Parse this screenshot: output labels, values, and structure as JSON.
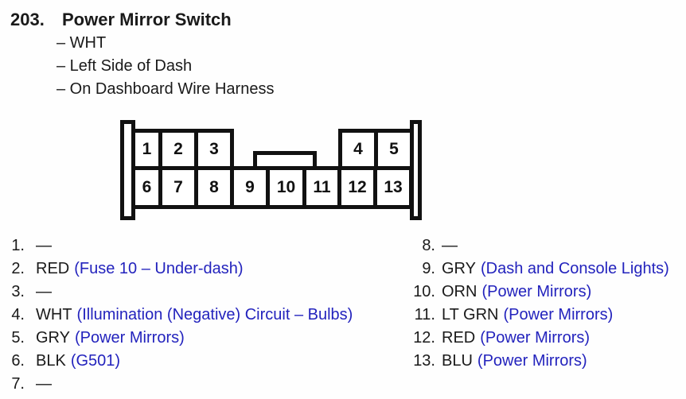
{
  "page": {
    "background": "#fefefe",
    "text_color": "#1a1a1a",
    "accent_blue": "#2323bd"
  },
  "header": {
    "number": "203.",
    "title": "Power Mirror Switch",
    "details": [
      "– WHT",
      "– Left Side of Dash",
      "– On Dashboard Wire Harness"
    ]
  },
  "connector": {
    "description": "13-pin connector pinout, two rows with end ears and center key tab",
    "top_left_cells": [
      "1",
      "2",
      "3"
    ],
    "top_right_cells": [
      "4",
      "5"
    ],
    "bottom_cells": [
      "6",
      "7",
      "8",
      "9",
      "10",
      "11",
      "12",
      "13"
    ]
  },
  "pins": {
    "left": [
      {
        "number": "1.",
        "color": "—",
        "circuit": ""
      },
      {
        "number": "2.",
        "color": "RED",
        "circuit": "(Fuse 10 – Under-dash)"
      },
      {
        "number": "3.",
        "color": "—",
        "circuit": ""
      },
      {
        "number": "4.",
        "color": "WHT",
        "circuit": "(Illumination (Negative) Circuit – Bulbs)"
      },
      {
        "number": "5.",
        "color": "GRY",
        "circuit": "(Power Mirrors)"
      },
      {
        "number": "6.",
        "color": "BLK",
        "circuit": "(G501)"
      },
      {
        "number": "7.",
        "color": "—",
        "circuit": ""
      }
    ],
    "right": [
      {
        "number": "8.",
        "color": "—",
        "circuit": ""
      },
      {
        "number": "9.",
        "color": "GRY",
        "circuit": "(Dash and Console Lights)"
      },
      {
        "number": "10.",
        "color": "ORN",
        "circuit": "(Power Mirrors)"
      },
      {
        "number": "11.",
        "color": "LT GRN",
        "circuit": "(Power Mirrors)"
      },
      {
        "number": "12.",
        "color": "RED",
        "circuit": "(Power Mirrors)"
      },
      {
        "number": "13.",
        "color": "BLU",
        "circuit": "(Power Mirrors)"
      }
    ]
  }
}
